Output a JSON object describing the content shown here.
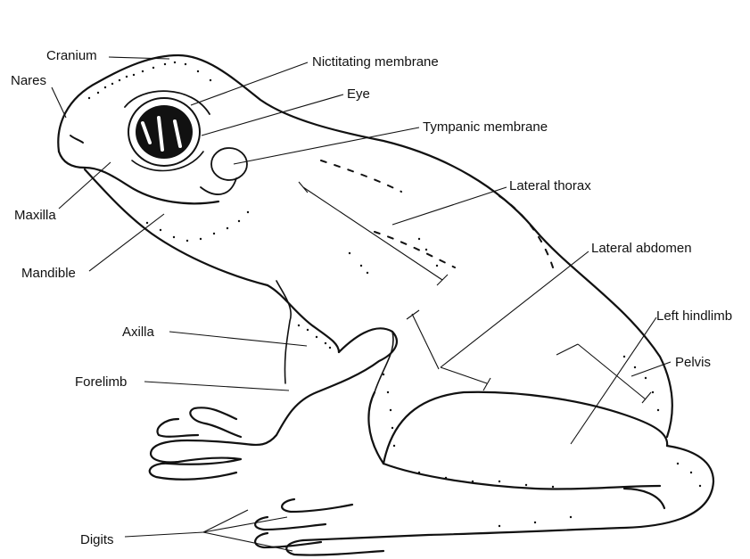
{
  "labels": {
    "cranium": "Cranium",
    "nares": "Nares",
    "nictitating_membrane": "Nictitating membrane",
    "eye": "Eye",
    "tympanic_membrane": "Tympanic membrane",
    "lateral_thorax": "Lateral thorax",
    "maxilla": "Maxilla",
    "lateral_abdomen": "Lateral abdomen",
    "mandible": "Mandible",
    "left_hindlimb": "Left hindlimb",
    "axilla": "Axilla",
    "pelvis": "Pelvis",
    "forelimb": "Forelimb",
    "digits": "Digits"
  },
  "colors": {
    "ink": "#111111",
    "background": "#ffffff"
  }
}
